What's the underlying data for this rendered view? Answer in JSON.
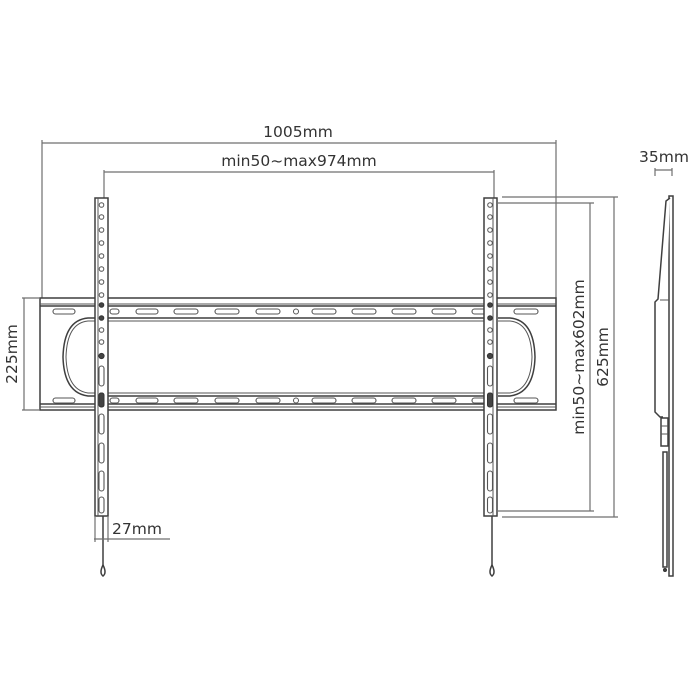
{
  "diagram": {
    "subject": "TV wall mount bracket technical drawing",
    "views": [
      "front-view",
      "side-view"
    ],
    "line_color": "#3f3f3f",
    "dimension_color": "#6f6f6f",
    "background": "#ffffff"
  },
  "dimensions": {
    "overall_width": "1005mm",
    "vesa_horizontal": "min50~max974mm",
    "plate_height": "225mm",
    "vesa_vertical": "min50~max602mm",
    "overall_height": "625mm",
    "arm_width": "27mm",
    "depth": "35mm"
  }
}
